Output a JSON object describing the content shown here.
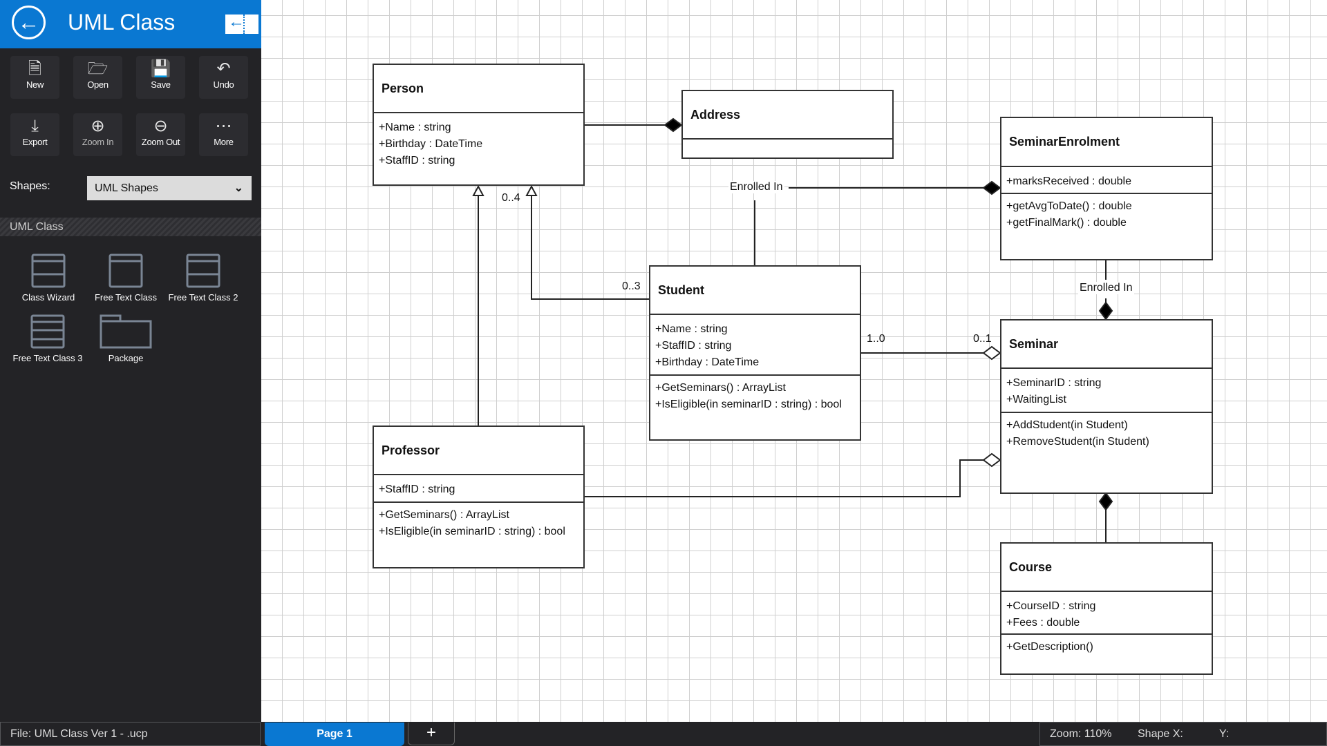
{
  "header": {
    "title": "UML Class",
    "back_icon": "back-arrow-icon",
    "collapse_icon": "collapse-panel-icon"
  },
  "toolbar": [
    {
      "label": "New",
      "icon": "new-file-icon"
    },
    {
      "label": "Open",
      "icon": "open-folder-icon"
    },
    {
      "label": "Save",
      "icon": "save-icon"
    },
    {
      "label": "Undo",
      "icon": "undo-icon"
    },
    {
      "label": "Export",
      "icon": "export-icon"
    },
    {
      "label": "Zoom In",
      "icon": "zoom-in-icon"
    },
    {
      "label": "Zoom Out",
      "icon": "zoom-out-icon"
    },
    {
      "label": "More",
      "icon": "more-icon"
    }
  ],
  "shapes": {
    "label": "Shapes:",
    "selected": "UML Shapes"
  },
  "section": {
    "title": "UML Class"
  },
  "shape_items": [
    {
      "label": "Class Wizard"
    },
    {
      "label": "Free Text Class"
    },
    {
      "label": "Free Text Class 2"
    },
    {
      "label": "Free Text Class 3"
    },
    {
      "label": "Package"
    }
  ],
  "classes": [
    {
      "name": "Person",
      "attributes": [
        "+Name : string",
        "+Birthday : DateTime",
        "+StaffID : string"
      ],
      "methods": null
    },
    {
      "name": "Address",
      "attributes": [],
      "methods": null
    },
    {
      "name": "SeminarEnrolment",
      "attributes": [
        "+marksReceived : double"
      ],
      "methods": [
        "+getAvgToDate() : double",
        "+getFinalMark() : double"
      ]
    },
    {
      "name": "Student",
      "attributes": [
        "+Name : string",
        "+StaffID : string",
        "+Birthday : DateTime"
      ],
      "methods": [
        "+GetSeminars() : ArrayList",
        "+IsEligible(in seminarID : string) : bool"
      ]
    },
    {
      "name": "Seminar",
      "attributes": [
        "+SeminarID : string",
        "+WaitingList"
      ],
      "methods": [
        "+AddStudent(in Student)",
        "+RemoveStudent(in Student)"
      ]
    },
    {
      "name": "Professor",
      "attributes": [
        "+StaffID : string"
      ],
      "methods": [
        "+GetSeminars() : ArrayList",
        "+IsEligible(in seminarID : string) : bool"
      ]
    },
    {
      "name": "Course",
      "attributes": [
        "+CourseID : string",
        "+Fees : double"
      ],
      "methods": [
        "+GetDescription()"
      ]
    }
  ],
  "connector_labels": {
    "enrolled_in_1": "Enrolled In",
    "enrolled_in_2": "Enrolled In",
    "person_mult_1": "0..4",
    "student_mult": "0..3",
    "student_seminar_src": "1..0",
    "student_seminar_dst": "0..1"
  },
  "status": {
    "file": "File: UML Class Ver 1 - .ucp",
    "page_tab": "Page 1",
    "add_page": "+",
    "zoom": "Zoom: 110%",
    "shape_x": "Shape X:",
    "shape_y": "Y:"
  },
  "colors": {
    "accent": "#0a78d2",
    "sidebar": "#232326",
    "line": "#333333"
  }
}
